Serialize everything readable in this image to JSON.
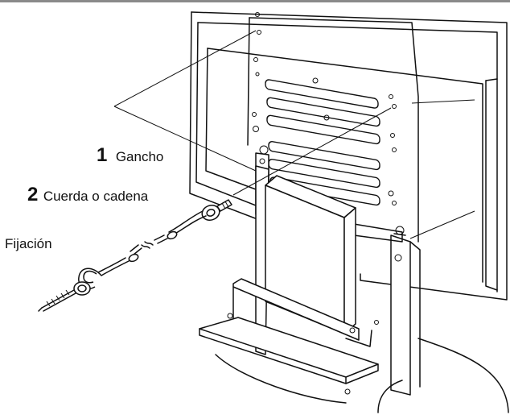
{
  "labels": {
    "hook": {
      "number": "1",
      "text": "Gancho"
    },
    "cord": {
      "number": "2",
      "text": "Cuerda o cadena"
    },
    "fixing": {
      "text": "Fijación"
    }
  },
  "colors": {
    "ink": "#111111",
    "paper": "#ffffff",
    "topbar": "#8a8a8a"
  }
}
